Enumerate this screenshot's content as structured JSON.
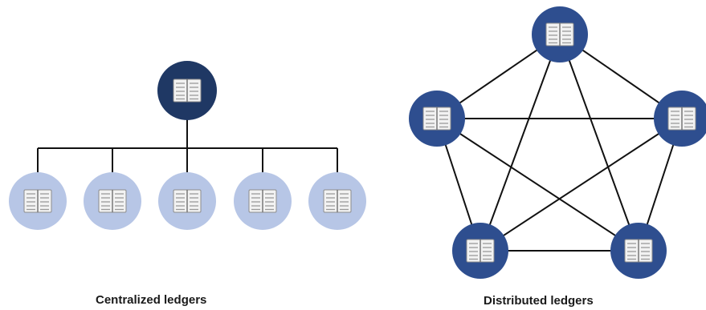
{
  "captions": {
    "centralized": "Centralized ledgers",
    "distributed": "Distributed ledgers"
  },
  "colors": {
    "dark_node": "#1f3864",
    "node_ring": "#2e4e8f",
    "light_node": "#b7c6e6",
    "connector": "#111111",
    "ledger_page": "#f2f2f2",
    "ledger_line": "#9a9a9a"
  },
  "icons": {
    "ledger": "ledger-book-icon"
  },
  "centralized": {
    "hub": "central-ledger-node",
    "leaf_count": 5
  },
  "distributed": {
    "node_count": 5,
    "topology": "fully-connected"
  }
}
